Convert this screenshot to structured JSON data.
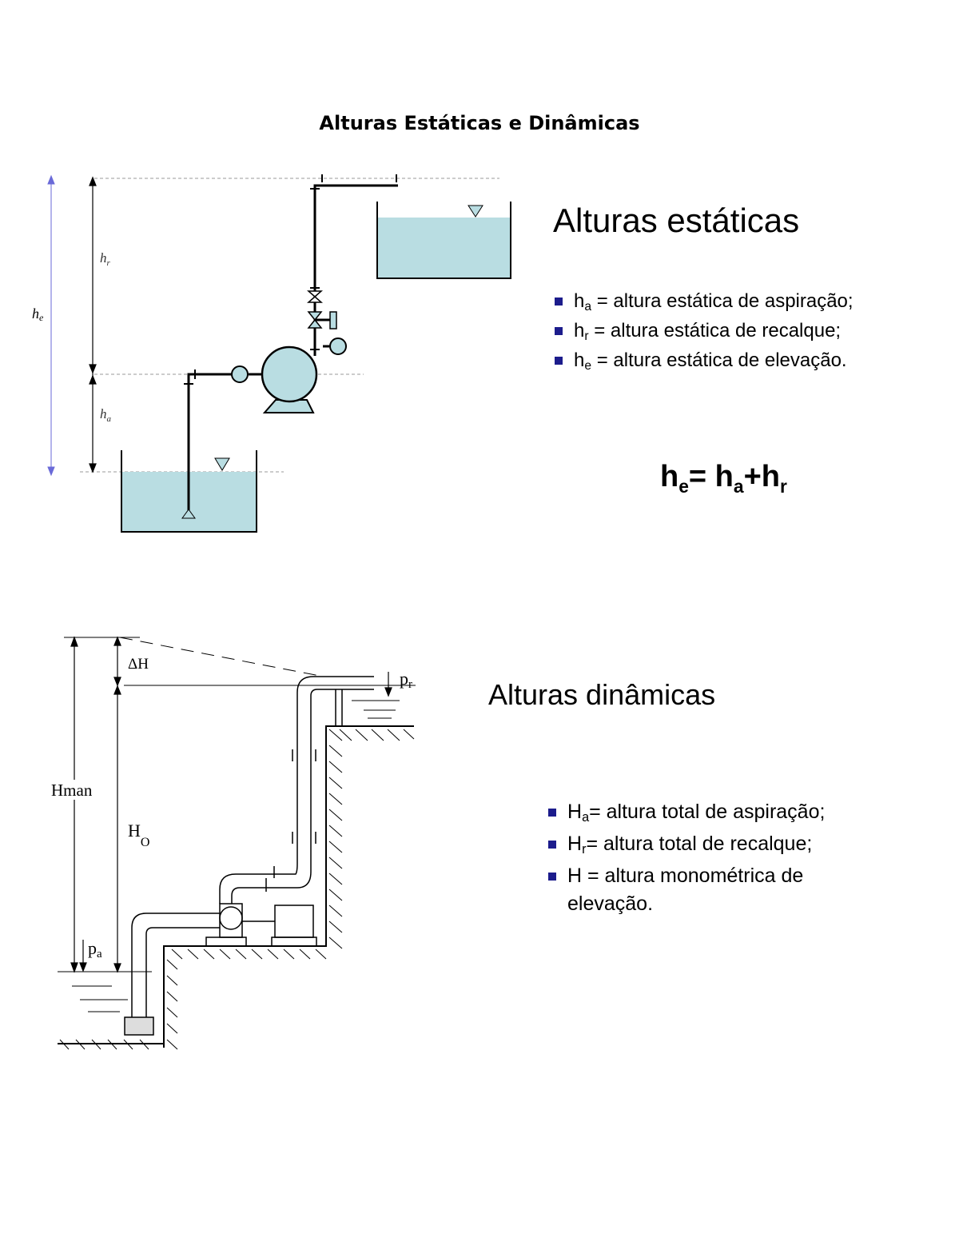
{
  "page": {
    "title": "Alturas Estáticas e Dinâmicas"
  },
  "static_section": {
    "heading": "Alturas estáticas",
    "items": [
      {
        "symbol": "h",
        "sub": "a",
        "text": " = altura estática de aspiração;"
      },
      {
        "symbol": "h",
        "sub": "r",
        "text": " = altura estática de recalque;"
      },
      {
        "symbol": "h",
        "sub": "e",
        "text": " = altura estática de elevação."
      }
    ],
    "formula": {
      "lhs": "h",
      "lhs_sub": "e",
      "eq": "= h",
      "a_sub": "a",
      "plus": "+h",
      "r_sub": "r"
    },
    "diagram_labels": {
      "he": "he",
      "hr": "hr",
      "ha": "ha"
    }
  },
  "dynamic_section": {
    "heading": "Alturas dinâmicas",
    "items": [
      {
        "symbol": "H",
        "sub": "a",
        "text": "= altura total de aspiração;"
      },
      {
        "symbol": "H",
        "sub": "r",
        "text": "= altura total de recalque;"
      },
      {
        "symbol": "H",
        "sub": "",
        "text": " = altura monométrica de elevação."
      }
    ],
    "diagram_labels": {
      "delta_h": "ΔH",
      "hman": "Hman",
      "h_o": "H",
      "h_o_sub": "O",
      "pr": "p",
      "pr_sub": "r",
      "pa": "p",
      "pa_sub": "a"
    }
  },
  "colors": {
    "water": "#b9dde2",
    "bullet": "#1c1c8c",
    "dimension_blue": "#6a6ad8"
  }
}
